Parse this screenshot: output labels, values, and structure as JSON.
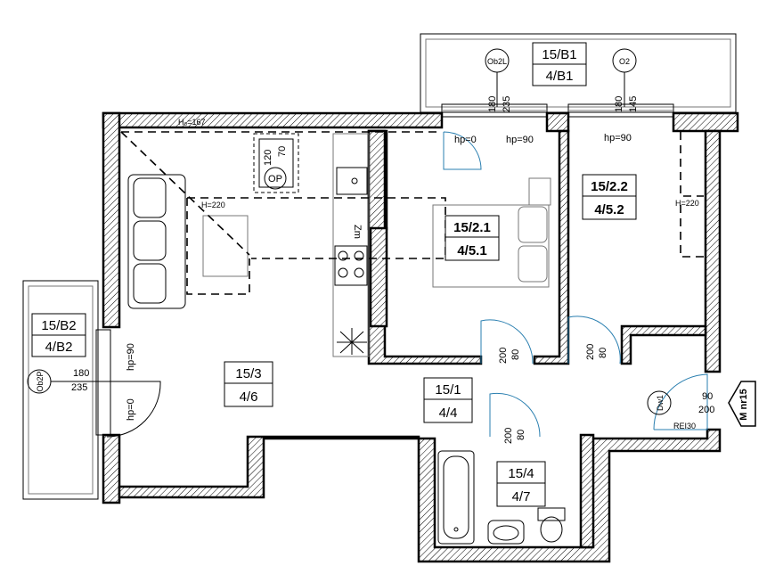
{
  "plan": {
    "rooms": {
      "balcony_top": {
        "code": "15/B1",
        "num": "4/B1"
      },
      "balcony_left": {
        "code": "15/B2",
        "num": "4/B2"
      },
      "kitchen_bedroom": {
        "code": "15/2.1",
        "num": "4/5.1"
      },
      "bedroom_2": {
        "code": "15/2.2",
        "num": "4/5.2"
      },
      "living": {
        "code": "15/3",
        "num": "4/6"
      },
      "hall": {
        "code": "15/1",
        "num": "4/4"
      },
      "bathroom": {
        "code": "15/4",
        "num": "4/7"
      }
    },
    "labels": {
      "ob2l": "Ob2L",
      "o2": "O2",
      "ob2p": "Ob2P",
      "op": "OP",
      "dw1": "Dw1",
      "zm": "Zm",
      "m_nr": "M nr15",
      "h_left": "H₀=167",
      "h220_a": "H=220",
      "h220_b": "H=220",
      "rei": "REI30"
    },
    "dims": {
      "d180_a": "180",
      "d235_a": "235",
      "d180_b": "180",
      "d145": "145",
      "hp0_a": "hp=0",
      "hp90_a": "hp=90",
      "hp90_b": "hp=90",
      "d120": "120",
      "d70": "70",
      "hp90_c": "hp=90",
      "d180_c": "180",
      "d235_c": "235",
      "hp0_c": "hp=0",
      "d200_a": "200",
      "d80_a": "80",
      "d200_b": "200",
      "d80_b": "80",
      "d200_c": "200",
      "d80_c": "80",
      "d90": "90",
      "d200_d": "200"
    }
  }
}
